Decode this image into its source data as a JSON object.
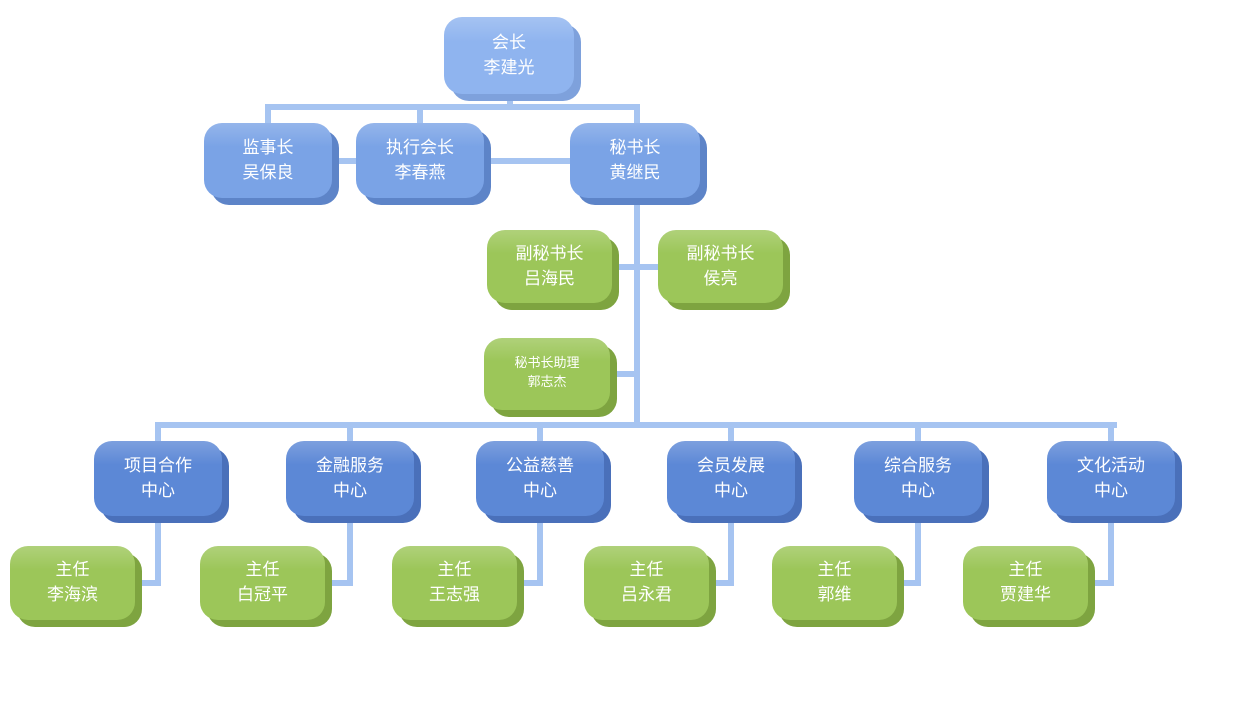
{
  "org_chart": {
    "nodes": [
      {
        "id": "president",
        "line1": "会长",
        "line2": "李建光"
      },
      {
        "id": "supervisor",
        "line1": "监事长",
        "line2": "吴保良"
      },
      {
        "id": "exec-president",
        "line1": "执行会长",
        "line2": "李春燕"
      },
      {
        "id": "secretary-general",
        "line1": "秘书长",
        "line2": "黄继民"
      },
      {
        "id": "deputy-sg-1",
        "line1": "副秘书长",
        "line2": "吕海民"
      },
      {
        "id": "deputy-sg-2",
        "line1": "副秘书长",
        "line2": "侯亮"
      },
      {
        "id": "sg-assistant",
        "line1": "秘书长助理",
        "line2": "郭志杰"
      },
      {
        "id": "center-project",
        "line1": "项目合作",
        "line2": "中心"
      },
      {
        "id": "center-finance",
        "line1": "金融服务",
        "line2": "中心"
      },
      {
        "id": "center-charity",
        "line1": "公益慈善",
        "line2": "中心"
      },
      {
        "id": "center-membership",
        "line1": "会员发展",
        "line2": "中心"
      },
      {
        "id": "center-services",
        "line1": "综合服务",
        "line2": "中心"
      },
      {
        "id": "center-culture",
        "line1": "文化活动",
        "line2": "中心"
      },
      {
        "id": "director-1",
        "line1": "主任",
        "line2": "李海滨"
      },
      {
        "id": "director-2",
        "line1": "主任",
        "line2": "白冠平"
      },
      {
        "id": "director-3",
        "line1": "主任",
        "line2": "王志强"
      },
      {
        "id": "director-4",
        "line1": "主任",
        "line2": "吕永君"
      },
      {
        "id": "director-5",
        "line1": "主任",
        "line2": "郭维"
      },
      {
        "id": "director-6",
        "line1": "主任",
        "line2": "贾建华"
      }
    ],
    "colors": {
      "connector": "#A6C4F1",
      "level1_fill": "#8FB4EF",
      "level2_fill": "#7AA3E6",
      "center_fill": "#5C88D6",
      "green_fill": "#9CC659",
      "text": "#FFFFFF"
    }
  }
}
